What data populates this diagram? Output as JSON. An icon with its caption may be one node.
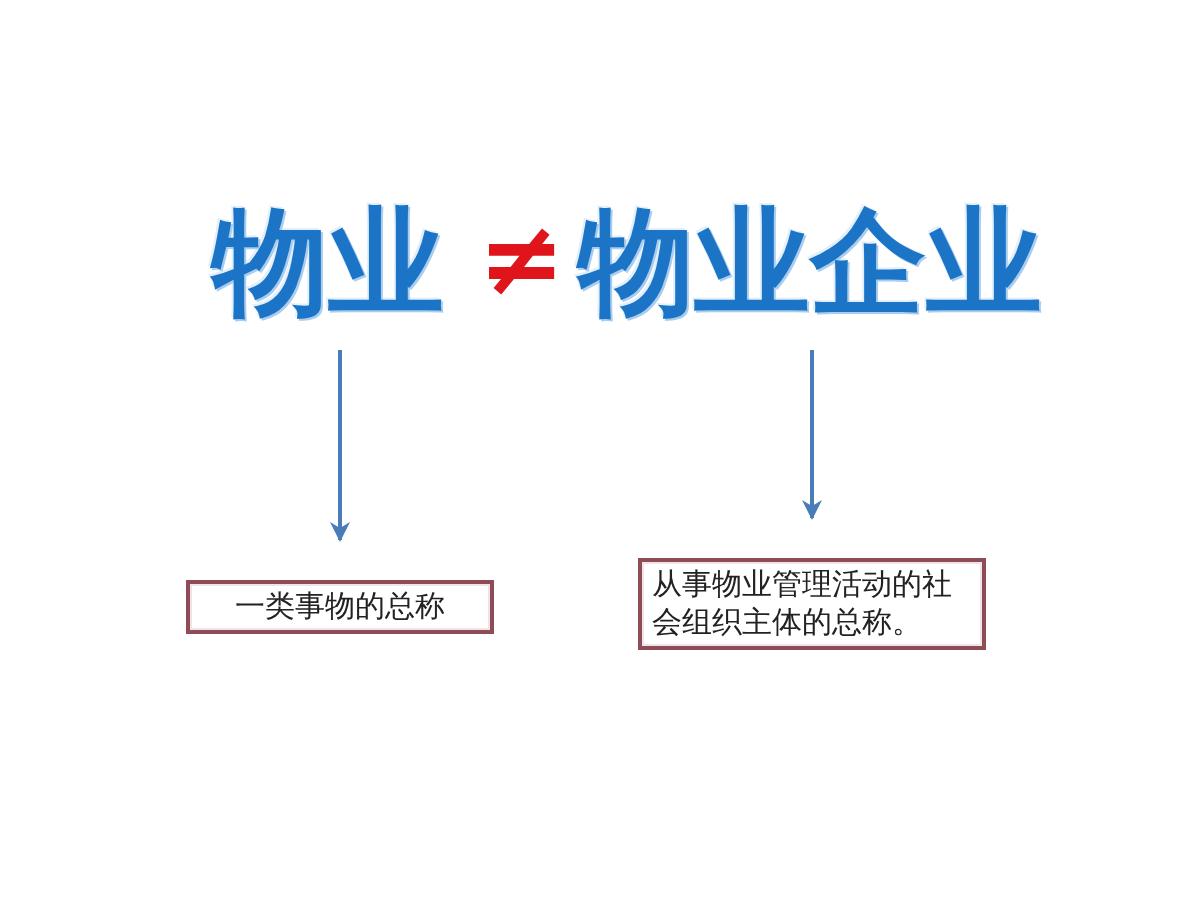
{
  "diagram": {
    "nodes": [
      {
        "text": [
          "物业"
        ]
      },
      {
        "text": [
          "物业企业"
        ]
      },
      {
        "text": [
          "一类事物的总称"
        ]
      },
      {
        "text": [
          "从事物业管理活动的社会组织主体的总称。"
        ]
      }
    ],
    "edges": [
      {
        "from": 0,
        "to": 2,
        "arrow": "to"
      },
      {
        "from": 1,
        "to": 3,
        "arrow": "to"
      }
    ],
    "labels": [
      "≠"
    ]
  }
}
